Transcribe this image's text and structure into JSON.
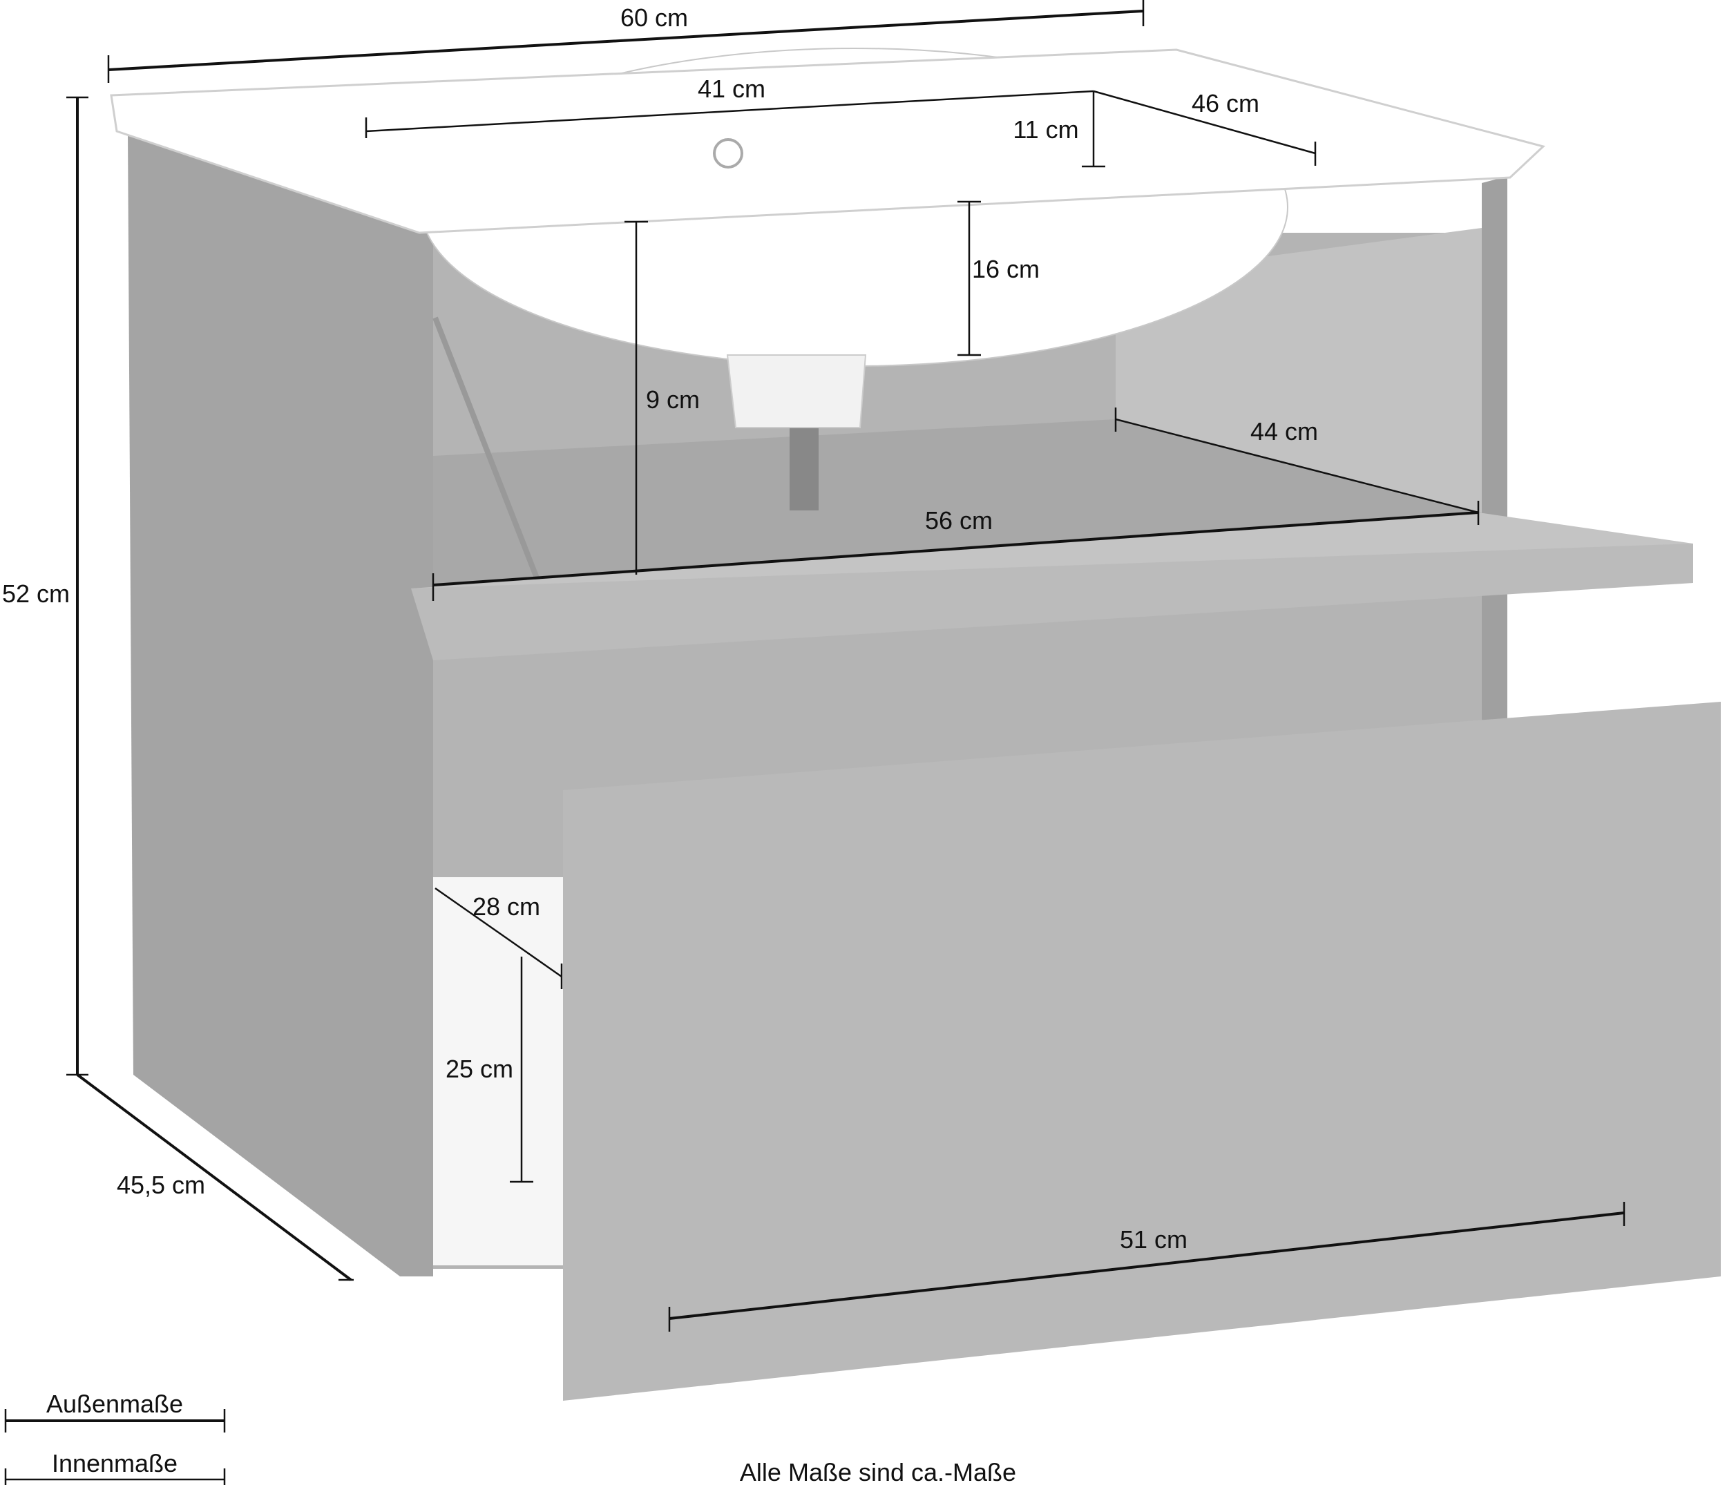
{
  "dimensions": {
    "total_width": "60 cm",
    "total_height": "52 cm",
    "total_depth": "45,5 cm",
    "basin_width": "41 cm",
    "basin_depth": "46 cm",
    "basin_rim": "11 cm",
    "basin_height": "16 cm",
    "siphon_clearance": "9 cm",
    "shelf_depth": "44 cm",
    "shelf_width": "56 cm",
    "drawer_inner_depth": "28 cm",
    "drawer_inner_height": "25 cm",
    "drawer_front_width": "51 cm"
  },
  "legend": {
    "outer": "Außenmaße",
    "inner": "Innenmaße"
  },
  "footer_note": "Alle Maße sind ca.-Maße",
  "colors": {
    "cabinet": "#a9a9a9",
    "interior": "#b3b3b3",
    "wood": "#bdbdbd",
    "basin": "#ffffff"
  }
}
